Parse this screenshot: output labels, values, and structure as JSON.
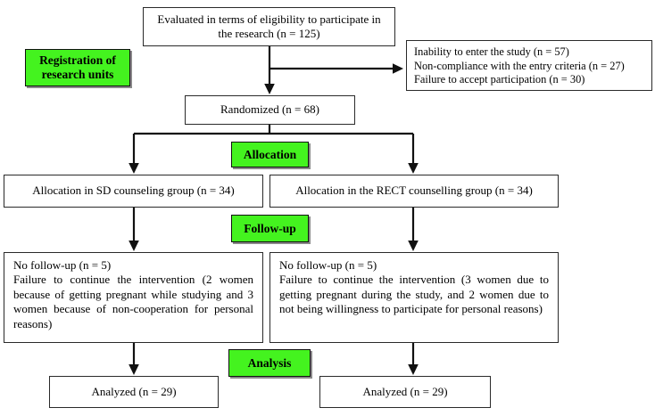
{
  "colors": {
    "stage_green": "#44f31f"
  },
  "flow": {
    "evaluated": "Evaluated in terms of eligibility to participate in the research (n = 125)",
    "registration_label": "Registration of research units",
    "exclusion_lines": [
      "Inability to enter the study (n = 57)",
      "Non-compliance with the entry criteria (n = 27)",
      "Failure to accept participation (n = 30)"
    ],
    "randomized": "Randomized (n = 68)",
    "stages": {
      "allocation": "Allocation",
      "followup": "Follow-up",
      "analysis": "Analysis"
    },
    "allocation_left": "Allocation in SD counseling group (n = 34)",
    "allocation_right": "Allocation in the RECT counselling group (n = 34)",
    "followup_left_lines": [
      "No follow-up (n = 5)",
      "Failure to continue the intervention (2 women because of getting pregnant while studying and 3 women because of non-cooperation for personal reasons)"
    ],
    "followup_right_lines": [
      "No follow-up (n = 5)",
      "Failure to continue the intervention (3 women due to getting pregnant during the study, and 2 women due to not being willingness to participate for personal reasons)"
    ],
    "analyzed_left": "Analyzed (n = 29)",
    "analyzed_right": "Analyzed (n = 29)"
  }
}
